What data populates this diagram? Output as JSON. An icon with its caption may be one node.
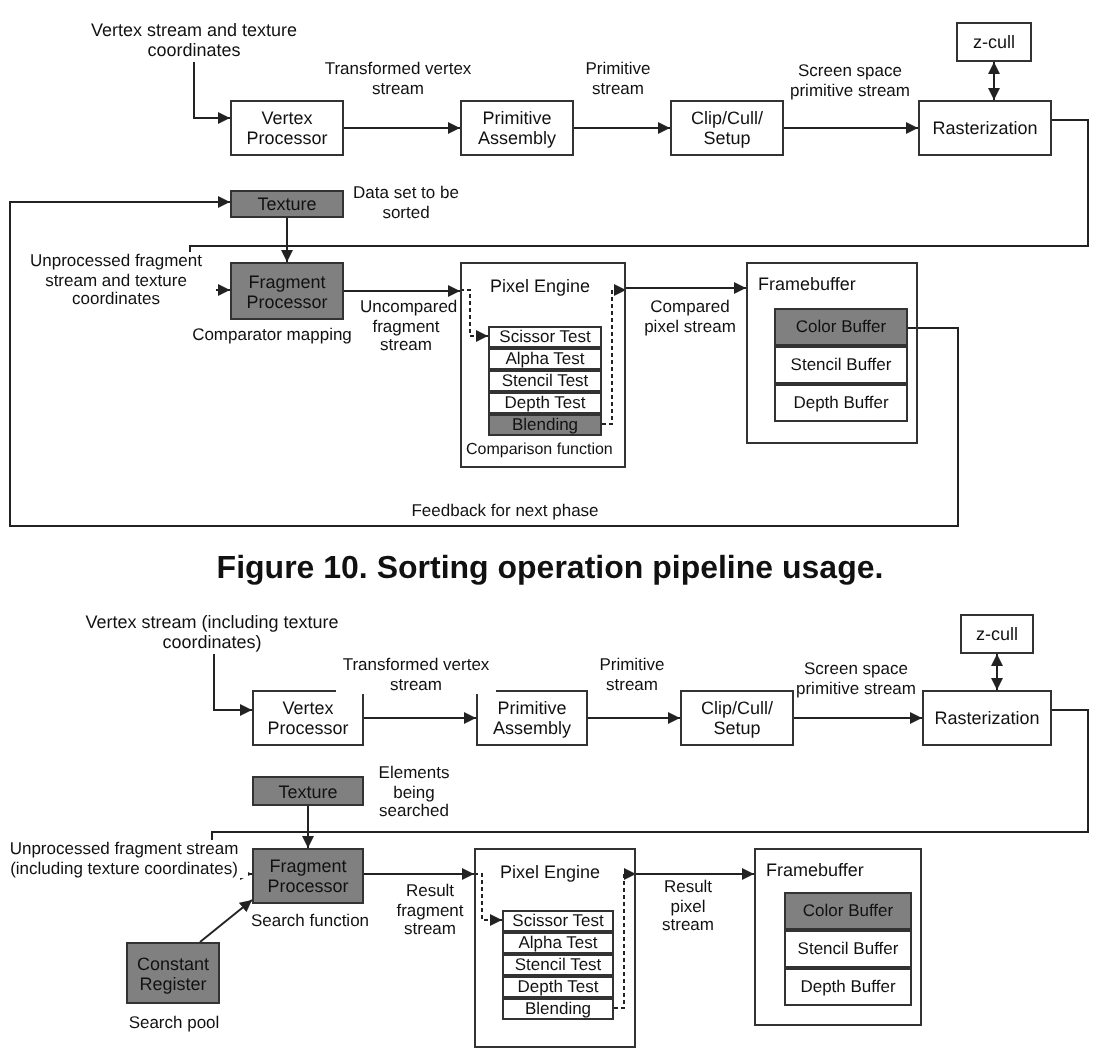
{
  "diagram": {
    "caption": "Figure 10. Sorting operation pipeline usage.",
    "nodes": [
      {
        "text": [
          "Vertex stream and texture coordinates"
        ]
      },
      {
        "text": [
          "Vertex Processor"
        ]
      },
      {
        "text": [
          "Primitive Assembly"
        ]
      },
      {
        "text": [
          "Clip/Cull/ Setup"
        ]
      },
      {
        "text": [
          "Rasterization"
        ]
      },
      {
        "text": [
          "z-cull"
        ]
      },
      {
        "text": [
          "Texture"
        ],
        "beside": [
          "Data set to be sorted"
        ]
      },
      {
        "text": [
          "Fragment Processor"
        ],
        "beside": [
          "Comparator mapping"
        ]
      },
      {
        "text": [
          "Pixel Engine",
          "Comparison function"
        ]
      },
      {
        "text": [
          "Scissor Test"
        ],
        "in": 8
      },
      {
        "text": [
          "Alpha Test"
        ],
        "in": 8
      },
      {
        "text": [
          "Stencil Test"
        ],
        "in": 8
      },
      {
        "text": [
          "Depth Test"
        ],
        "in": 8
      },
      {
        "text": [
          "Blending"
        ],
        "in": 8
      },
      {
        "text": [
          "Framebuffer"
        ]
      },
      {
        "text": [
          "Color Buffer"
        ],
        "in": 14
      },
      {
        "text": [
          "Stencil Buffer"
        ],
        "in": 14
      },
      {
        "text": [
          "Depth Buffer"
        ],
        "in": 14
      },
      {
        "text": [
          "Vertex stream (including texture coordinates)"
        ]
      },
      {
        "text": [
          "Vertex Processor"
        ]
      },
      {
        "text": [
          "Primitive Assembly"
        ]
      },
      {
        "text": [
          "Clip/Cull/ Setup"
        ]
      },
      {
        "text": [
          "Rasterization"
        ]
      },
      {
        "text": [
          "z-cull"
        ]
      },
      {
        "text": [
          "Texture"
        ],
        "beside": [
          "Elements being searched"
        ]
      },
      {
        "text": [
          "Fragment Processor"
        ],
        "beside": [
          "Search function"
        ]
      },
      {
        "text": [
          "Constant Register"
        ],
        "beside": [
          "Search pool"
        ]
      },
      {
        "text": [
          "Pixel Engine"
        ]
      },
      {
        "text": [
          "Scissor Test"
        ],
        "in": 27
      },
      {
        "text": [
          "Alpha Test"
        ],
        "in": 27
      },
      {
        "text": [
          "Stencil Test"
        ],
        "in": 27
      },
      {
        "text": [
          "Depth Test"
        ],
        "in": 27
      },
      {
        "text": [
          "Blending"
        ],
        "in": 27
      },
      {
        "text": [
          "Framebuffer"
        ]
      },
      {
        "text": [
          "Color Buffer"
        ],
        "in": 33
      },
      {
        "text": [
          "Stencil Buffer"
        ],
        "in": 33
      },
      {
        "text": [
          "Depth Buffer"
        ],
        "in": 33
      }
    ],
    "edges": [
      {
        "from": 0,
        "to": 1,
        "arrow": "to"
      },
      {
        "from": 1,
        "to": 2,
        "arrow": "to",
        "label": "Transformed vertex stream"
      },
      {
        "from": 2,
        "to": 3,
        "arrow": "to",
        "label": "Primitive stream"
      },
      {
        "from": 3,
        "to": 4,
        "arrow": "to",
        "label": "Screen space primitive stream"
      },
      {
        "from": 4,
        "to": 5,
        "arrow": "both"
      },
      {
        "from": 4,
        "to": 7,
        "arrow": "to",
        "label": "Unprocessed fragment stream and texture coordinates"
      },
      {
        "from": 6,
        "to": 7,
        "arrow": "to"
      },
      {
        "from": 7,
        "to": 8,
        "arrow": "to",
        "label": "Uncompared fragment stream"
      },
      {
        "from": 8,
        "to": 9,
        "arrow": "to",
        "style": "dashed"
      },
      {
        "from": 13,
        "to": 8,
        "arrow": "to",
        "style": "dashed"
      },
      {
        "from": 8,
        "to": 14,
        "arrow": "to",
        "label": "Compared pixel stream"
      },
      {
        "from": 15,
        "to": 6,
        "arrow": "to",
        "label": "Feedback for next phase"
      },
      {
        "from": 18,
        "to": 19,
        "arrow": "to"
      },
      {
        "from": 19,
        "to": 20,
        "arrow": "to",
        "label": "Transformed vertex stream"
      },
      {
        "from": 20,
        "to": 21,
        "arrow": "to",
        "label": "Primitive stream"
      },
      {
        "from": 21,
        "to": 22,
        "arrow": "to",
        "label": "Screen space primitive stream"
      },
      {
        "from": 22,
        "to": 23,
        "arrow": "both"
      },
      {
        "from": 22,
        "to": 25,
        "arrow": "to",
        "label": "Unprocessed fragment stream (including texture coordinates)"
      },
      {
        "from": 24,
        "to": 25,
        "arrow": "to"
      },
      {
        "from": 26,
        "to": 25,
        "arrow": "to"
      },
      {
        "from": 25,
        "to": 27,
        "arrow": "to",
        "label": "Result fragment stream"
      },
      {
        "from": 27,
        "to": 28,
        "arrow": "to",
        "style": "dashed"
      },
      {
        "from": 32,
        "to": 27,
        "arrow": "to",
        "style": "dashed"
      },
      {
        "from": 27,
        "to": 33,
        "arrow": "to",
        "label": "Result pixel stream"
      }
    ]
  }
}
